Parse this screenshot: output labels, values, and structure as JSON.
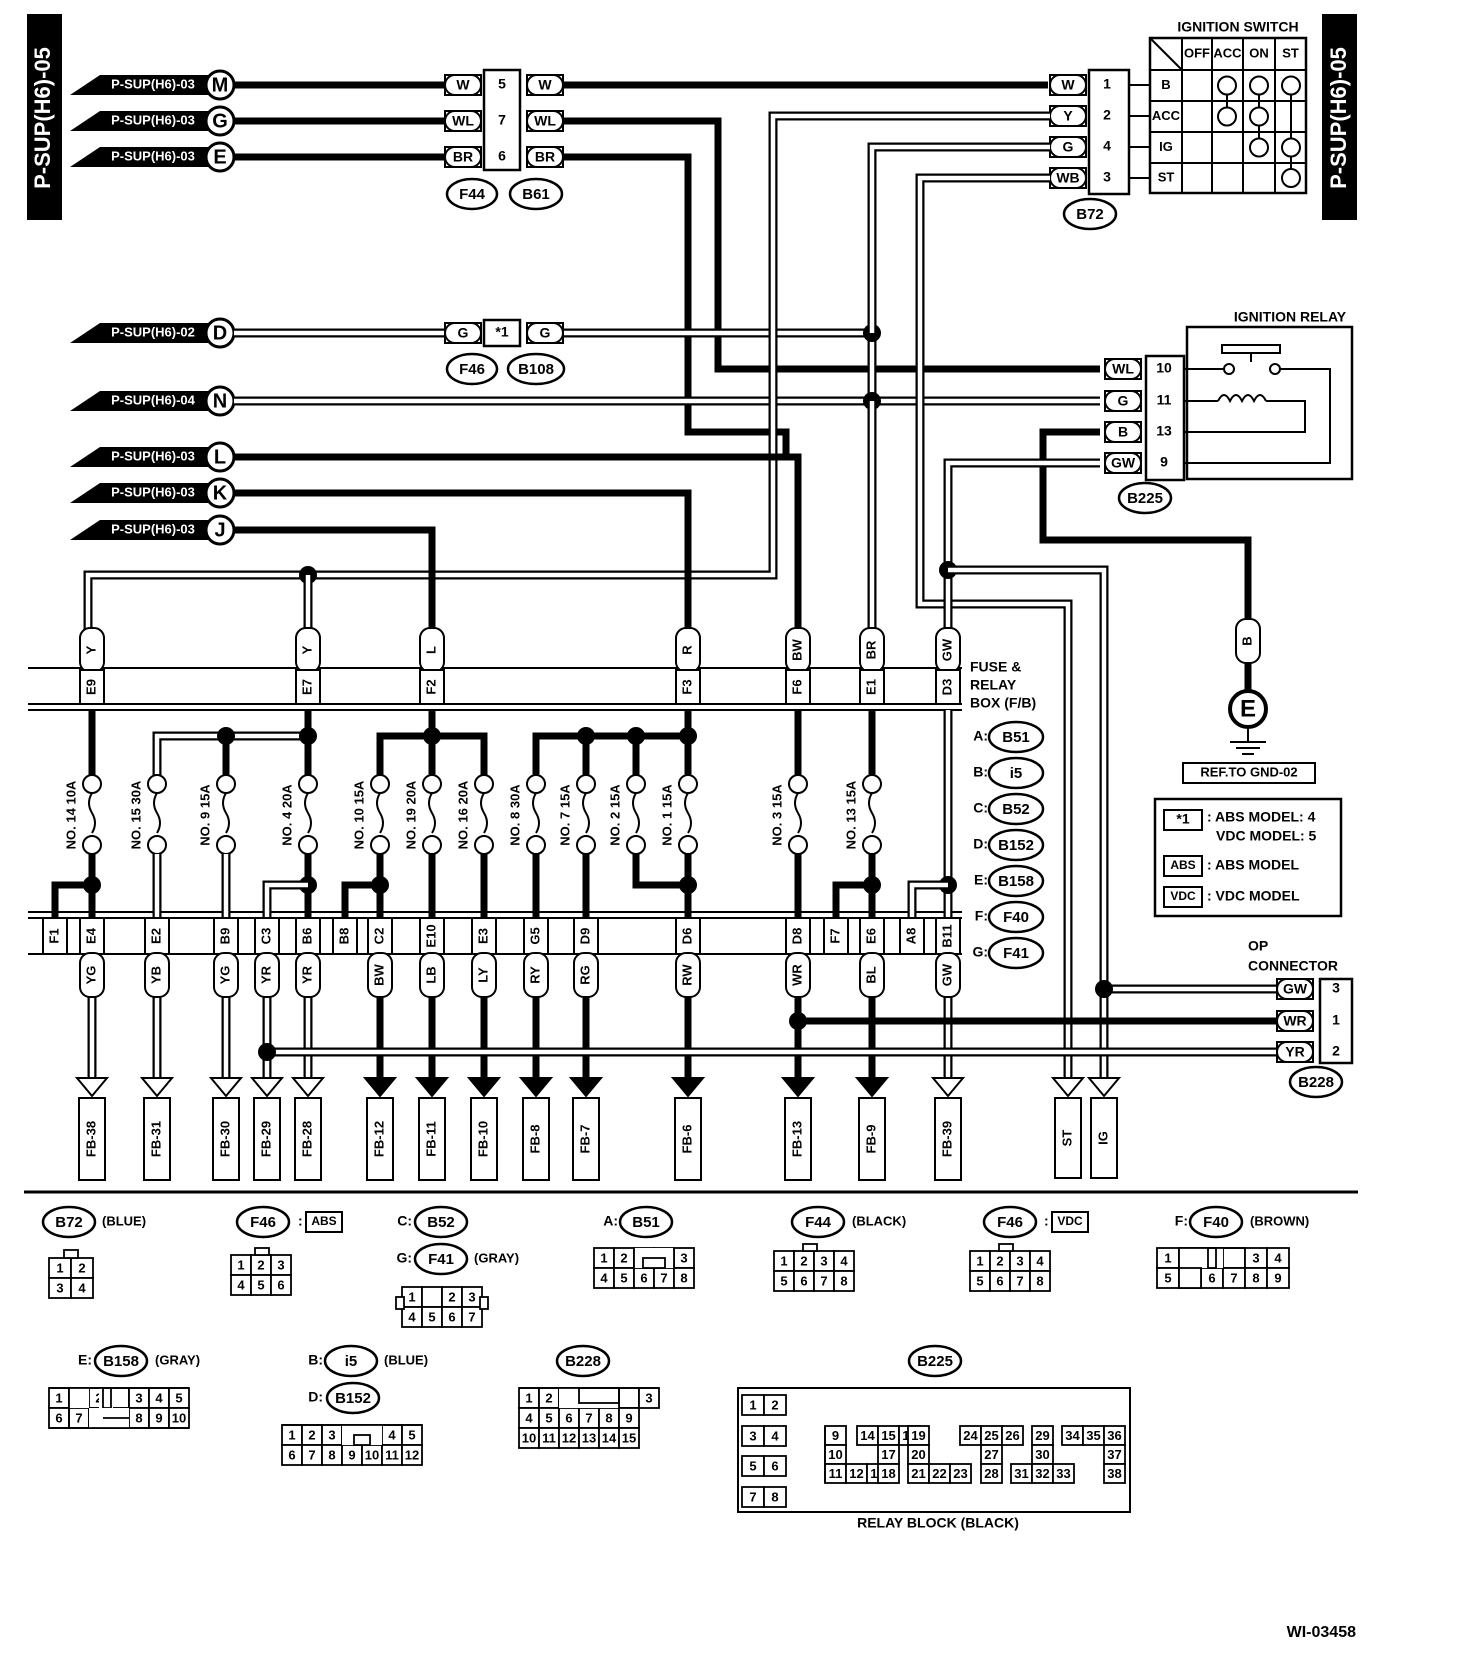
{
  "page_side_label": "P-SUP(H6)-05",
  "incoming": [
    {
      "ref": "P-SUP(H6)-03",
      "letter": "M"
    },
    {
      "ref": "P-SUP(H6)-03",
      "letter": "G"
    },
    {
      "ref": "P-SUP(H6)-03",
      "letter": "E"
    },
    {
      "ref": "P-SUP(H6)-02",
      "letter": "D"
    },
    {
      "ref": "P-SUP(H6)-04",
      "letter": "N"
    },
    {
      "ref": "P-SUP(H6)-03",
      "letter": "L"
    },
    {
      "ref": "P-SUP(H6)-03",
      "letter": "K"
    },
    {
      "ref": "P-SUP(H6)-03",
      "letter": "J"
    }
  ],
  "inline_connector": {
    "rows": [
      {
        "left": "W",
        "pin": "5",
        "right": "W"
      },
      {
        "left": "WL",
        "pin": "7",
        "right": "WL"
      },
      {
        "left": "BR",
        "pin": "6",
        "right": "BR"
      }
    ],
    "names": [
      "F44",
      "B61"
    ]
  },
  "abs_connector": {
    "left": "G",
    "pin": "*1",
    "right": "G",
    "names": [
      "F46",
      "B108"
    ]
  },
  "ignition_switch": {
    "title": "IGNITION SWITCH",
    "cols": [
      "OFF",
      "ACC",
      "ON",
      "ST"
    ],
    "rows": [
      "B",
      "ACC",
      "IG",
      "ST"
    ],
    "pins": [
      {
        "wire": "W",
        "pin": "1"
      },
      {
        "wire": "Y",
        "pin": "2"
      },
      {
        "wire": "G",
        "pin": "4"
      },
      {
        "wire": "WB",
        "pin": "3"
      }
    ],
    "connector": "B72"
  },
  "ignition_relay": {
    "title": "IGNITION RELAY",
    "pins": [
      {
        "wire": "WL",
        "pin": "10"
      },
      {
        "wire": "G",
        "pin": "11"
      },
      {
        "wire": "B",
        "pin": "13"
      },
      {
        "wire": "GW",
        "pin": "9"
      }
    ],
    "connector": "B225"
  },
  "ground": {
    "wire": "B",
    "letter": "E",
    "ref": "REF.TO GND-02"
  },
  "fuse_box": {
    "title": [
      "FUSE &",
      "RELAY",
      "BOX (F/B)"
    ],
    "top_wires": [
      "Y",
      "Y",
      "L",
      "R",
      "BW",
      "BR",
      "GW"
    ],
    "top_terms": [
      "E9",
      "E7",
      "F2",
      "F3",
      "F6",
      "E1",
      "D3"
    ],
    "fuses": [
      "NO. 14 10A",
      "NO. 15 30A",
      "NO. 9 15A",
      "NO. 4 20A",
      "NO. 10 15A",
      "NO. 19 20A",
      "NO. 16 20A",
      "NO. 8 30A",
      "NO. 7 15A",
      "NO. 2 15A",
      "NO. 1 15A",
      "NO. 3 15A",
      "NO. 13 15A"
    ],
    "bottom_terms": [
      "F1",
      "E4",
      "E2",
      "B9",
      "C3",
      "B6",
      "B8",
      "C2",
      "E10",
      "E3",
      "G5",
      "D9",
      "D6",
      "D8",
      "F7",
      "E6",
      "A8",
      "B11"
    ],
    "bottom_wires": [
      "YG",
      "YB",
      "YG",
      "YR",
      "YR",
      "BW",
      "LB",
      "LY",
      "RY",
      "RG",
      "RW",
      "WR",
      "BL",
      "GW"
    ],
    "outputs": [
      "FB-38",
      "FB-31",
      "FB-30",
      "FB-29",
      "FB-28",
      "FB-12",
      "FB-11",
      "FB-10",
      "FB-8",
      "FB-7",
      "FB-6",
      "FB-13",
      "FB-9",
      "FB-39",
      "ST",
      "IG"
    ],
    "box_connectors": [
      {
        "k": "A:",
        "v": "B51"
      },
      {
        "k": "B:",
        "v": "i5"
      },
      {
        "k": "C:",
        "v": "B52"
      },
      {
        "k": "D:",
        "v": "B152"
      },
      {
        "k": "E:",
        "v": "B158"
      },
      {
        "k": "F:",
        "v": "F40"
      },
      {
        "k": "G:",
        "v": "F41"
      }
    ]
  },
  "legend": {
    "note_symbol": "*1",
    "note1": ": ABS MODEL: 4",
    "note2": "VDC MODEL: 5",
    "abs_symbol": "ABS",
    "abs_text": ": ABS MODEL",
    "vdc_symbol": "VDC",
    "vdc_text": ": VDC MODEL"
  },
  "op_connector": {
    "title": [
      "OP",
      "CONNECTOR"
    ],
    "pins": [
      {
        "wire": "GW",
        "pin": "3"
      },
      {
        "wire": "WR",
        "pin": "1"
      },
      {
        "wire": "YR",
        "pin": "2"
      }
    ],
    "connector": "B228"
  },
  "connector_views": {
    "b72": {
      "name": "B72",
      "color": "(BLUE)"
    },
    "f46a": {
      "name": "F46",
      "tag": "ABS"
    },
    "b52": {
      "pref": "C:",
      "name": "B52"
    },
    "f41": {
      "pref": "G:",
      "name": "F41",
      "color": "(GRAY)"
    },
    "b51": {
      "pref": "A:",
      "name": "B51"
    },
    "f44": {
      "name": "F44",
      "color": "(BLACK)"
    },
    "f46v": {
      "name": "F46",
      "tag": "VDC"
    },
    "f40": {
      "pref": "F:",
      "name": "F40",
      "color": "(BROWN)"
    },
    "b158": {
      "pref": "E:",
      "name": "B158",
      "color": "(GRAY)"
    },
    "i5": {
      "pref": "B:",
      "name": "i5",
      "color": "(BLUE)"
    },
    "b152": {
      "pref": "D:",
      "name": "B152"
    },
    "b228": {
      "name": "B228"
    },
    "b225": {
      "name": "B225",
      "caption": "RELAY BLOCK (BLACK)"
    }
  },
  "figure_id": "WI-03458"
}
